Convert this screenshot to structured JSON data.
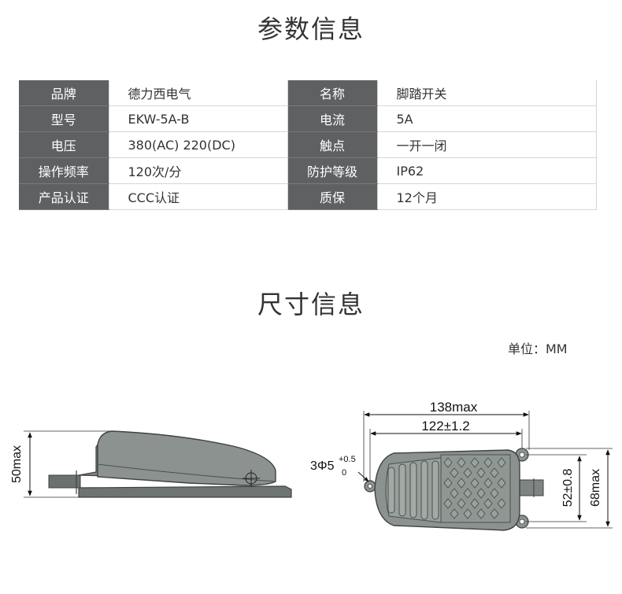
{
  "sections": {
    "params_title": "参数信息",
    "dims_title": "尺寸信息"
  },
  "specs": [
    {
      "k1": "品牌",
      "v1": "德力西电气",
      "k2": "名称",
      "v2": "脚踏开关"
    },
    {
      "k1": "型号",
      "v1": "EKW-5A-B",
      "k2": "电流",
      "v2": "5A"
    },
    {
      "k1": "电压",
      "v1": "380(AC)   220(DC)",
      "k2": "触点",
      "v2": "一开一闭"
    },
    {
      "k1": "操作频率",
      "v1": "120次/分",
      "k2": "防护等级",
      "v2": "IP62"
    },
    {
      "k1": "产品认证",
      "v1": "CCC认证",
      "k2": "质保",
      "v2": "12个月"
    }
  ],
  "unit_label": "单位：MM",
  "dimensions": {
    "side_height": "50max",
    "overall_length": "138max",
    "hole_spacing": "122±1.2",
    "hole_prefix": "3Φ5",
    "hole_tol_upper": "+0.5",
    "hole_tol_lower": "0",
    "hole_pitch": "52±0.8",
    "overall_width": "68max"
  },
  "colors": {
    "header_bg": "#5f6062",
    "body_gray": "#8a928e",
    "body_dark": "#5e6461",
    "pad_gray": "#9aa29e"
  }
}
